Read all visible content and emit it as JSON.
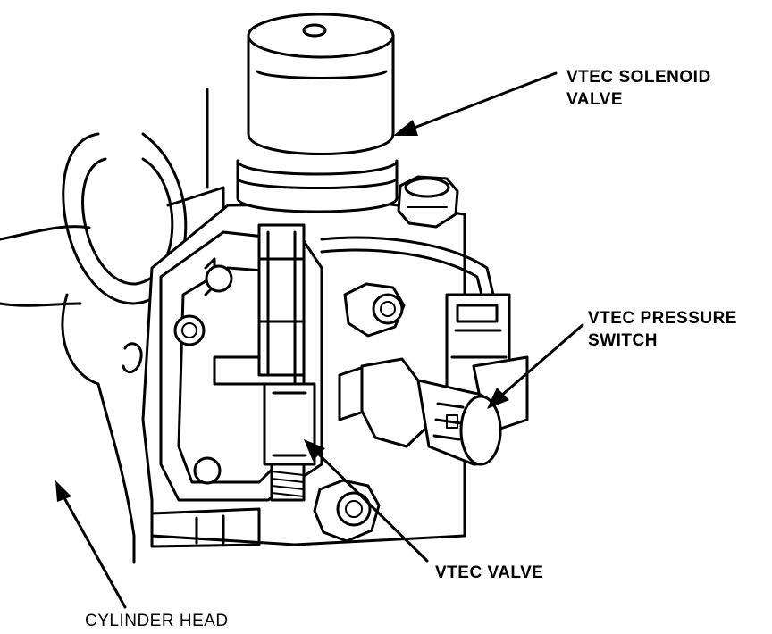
{
  "labels": {
    "solenoid_line1": "VTEC SOLENOID",
    "solenoid_line2": "VALVE",
    "pressure_line1": "VTEC PRESSURE",
    "pressure_line2": "SWITCH",
    "valve": "VTEC VALVE",
    "head": "CYLINDER HEAD"
  }
}
